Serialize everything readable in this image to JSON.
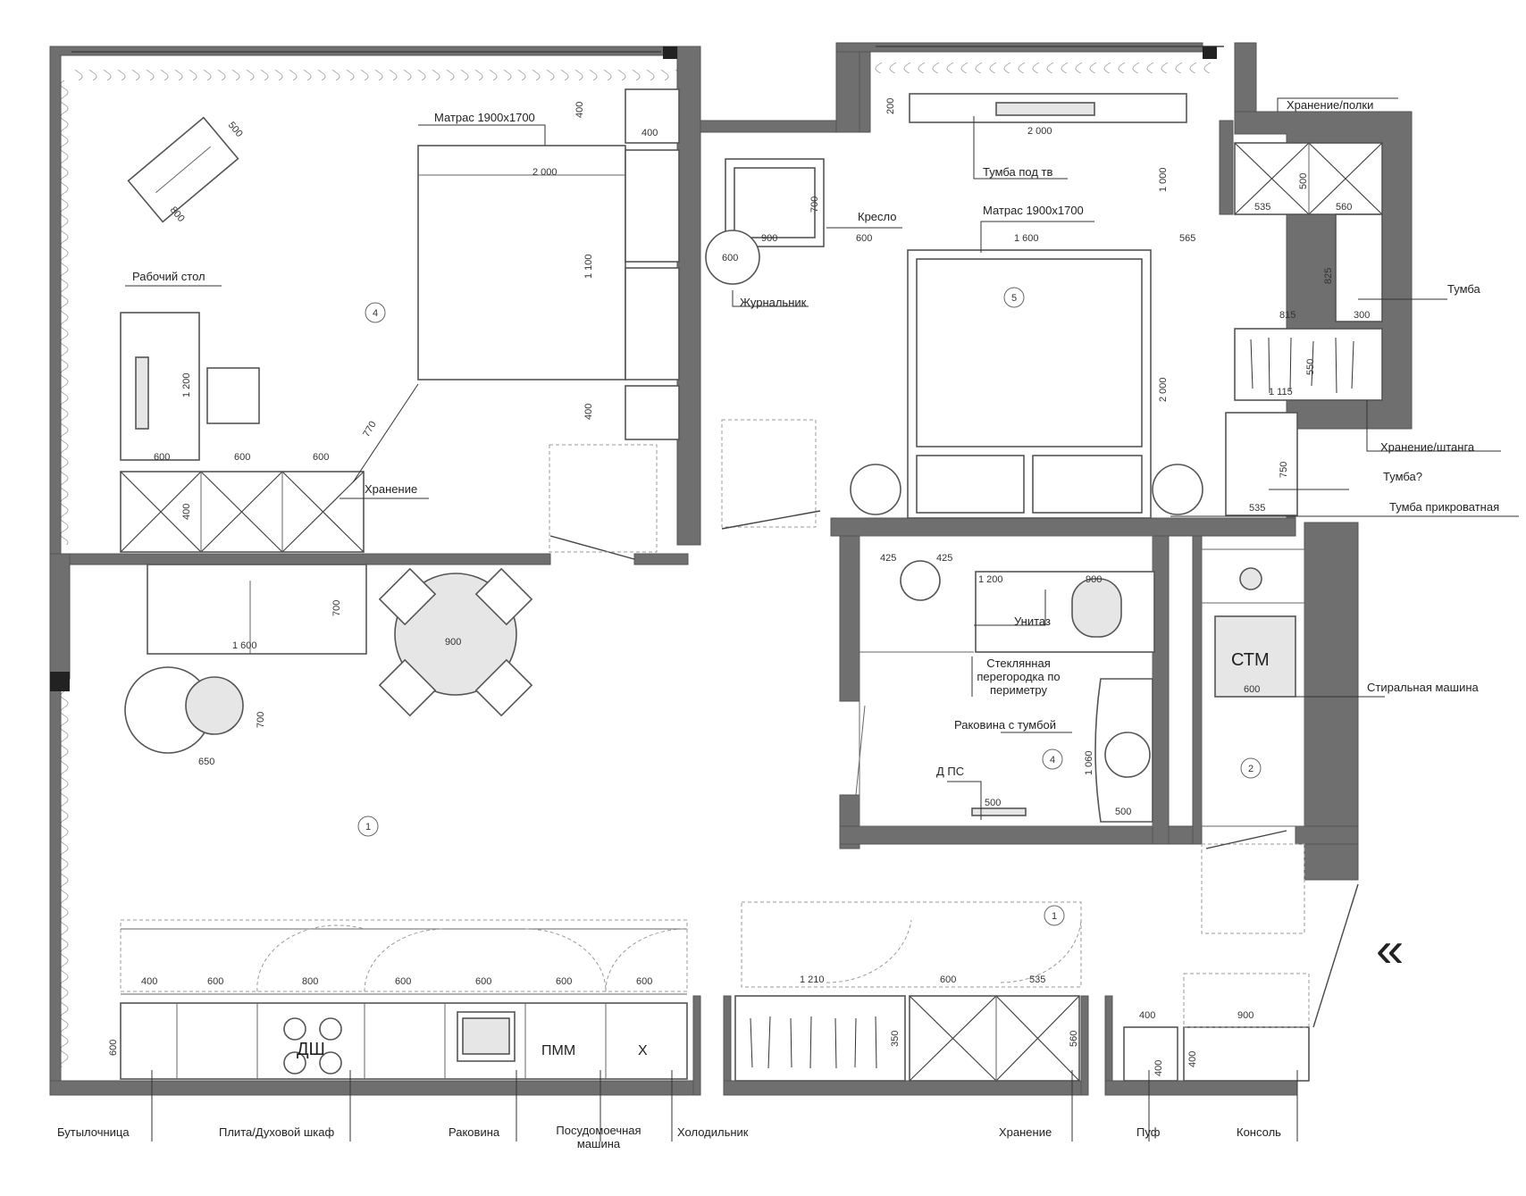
{
  "labels": {
    "mattress1": "Матрас 1900х1700",
    "mattress2": "Матрас 1900х1700",
    "desk": "Рабочий стол",
    "storage_bed": "Хранение",
    "armchair": "Кресло",
    "coffee_table": "Журнальник",
    "tv_stand": "Тумба под тв",
    "storage_shelves": "Хранение/полки",
    "nightstand": "Тумба",
    "storage_rod": "Хранение/штанга",
    "nightstand2": "Тумба?",
    "bedside_stand": "Тумба прикроватная",
    "toilet": "Унитаз",
    "glass_partition": "Стеклянная перегородка по периметру",
    "sink_cabinet": "Раковина с тумбой",
    "shower_drain": "Д ПС",
    "washer": "Стиральная машина",
    "ctm_mark": "СТМ",
    "dw_mark": "ДШ",
    "pmm_mark": "ПММ",
    "x_mark": "Х",
    "bottle_holder": "Бутылочница",
    "stove_oven": "Плита/Духовой шкаф",
    "kitchen_sink": "Раковина",
    "dishwasher": "Посудомоечная машина",
    "fridge": "Холодильник",
    "storage_hall": "Хранение",
    "pouf": "Пуф",
    "console": "Консоль"
  },
  "dims": {
    "d_400_top": "400",
    "d_400_wardrobe": "400",
    "d_2000_bed1": "2 000",
    "d_1100_bed1": "1 100",
    "d_400_bed1b": "400",
    "d_500": "500",
    "d_800": "800",
    "d_1200_desk": "1 200",
    "d_770": "770",
    "d_600a": "600",
    "d_600b": "600",
    "d_600c": "600",
    "d_400_storage": "400",
    "d_200_tv": "200",
    "d_2000_tv": "2 000",
    "d_1000_v": "1 000",
    "d_700_chair": "700",
    "d_900_chair": "900",
    "d_600_table": "600",
    "d_600_gap": "600",
    "d_1600_bed2": "1 600",
    "d_2000_bed2": "2 000",
    "d_565": "565",
    "d_535a": "535",
    "d_560": "560",
    "d_500_sh": "500",
    "d_825": "825",
    "d_815": "815",
    "d_300": "300",
    "d_1115": "1 115",
    "d_550": "550",
    "d_750": "750",
    "d_535b": "535",
    "d_425a": "425",
    "d_425b": "425",
    "d_1200_bath": "1 200",
    "d_900_toilet": "900",
    "d_600_wm": "600",
    "d_1060": "1 060",
    "d_500_floor": "500",
    "d_500_sink": "500",
    "d_1600_sofa": "1 600",
    "d_700_sofa": "700",
    "d_900_dining": "900",
    "d_650": "650",
    "d_700_rugs": "700",
    "k_400": "400",
    "k_600a": "600",
    "k_800": "800",
    "k_600b": "600",
    "k_600c": "600",
    "k_600d": "600",
    "k_600e": "600",
    "k_600_depth": "600",
    "h_1210": "1 210",
    "h_600": "600",
    "h_535": "535",
    "h_350": "350",
    "h_560": "560",
    "h_400": "400",
    "h_400_d": "400",
    "h_900": "900",
    "h_400_c": "400"
  },
  "rooms": {
    "r4_bedroom": "4",
    "r5_bedroom": "5",
    "r1_living": "1",
    "r4_bath": "4",
    "r2_laundry": "2",
    "r1_hall": "1"
  },
  "entrance_mark": "«"
}
